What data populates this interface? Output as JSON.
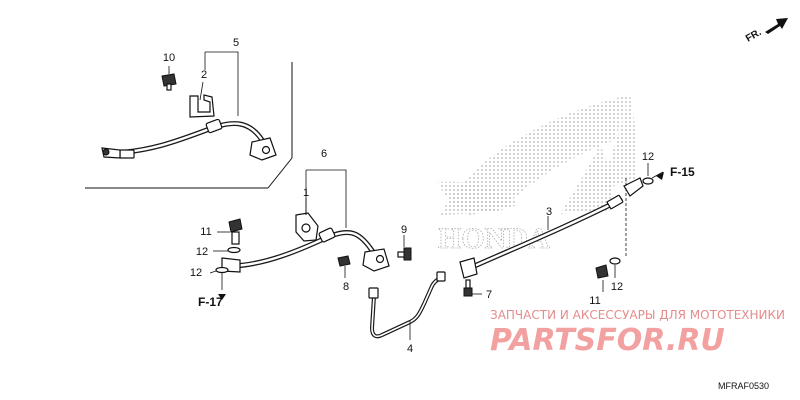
{
  "diagram": {
    "direction_label": "FR.",
    "callouts": [
      "1",
      "2",
      "3",
      "4",
      "5",
      "6",
      "7",
      "8",
      "9",
      "10",
      "11",
      "11",
      "12",
      "12",
      "12",
      "12"
    ],
    "refs": {
      "f17": "F-17",
      "f15": "F-15"
    },
    "logo_text": "HONDA",
    "watermark": {
      "line1": "ЗАПЧАСТИ И АКСЕССУАРЫ ДЛЯ МОТОТЕХНИКИ",
      "line2": "PARTSFOR.RU"
    },
    "diagram_code": "MFRAF0530"
  }
}
